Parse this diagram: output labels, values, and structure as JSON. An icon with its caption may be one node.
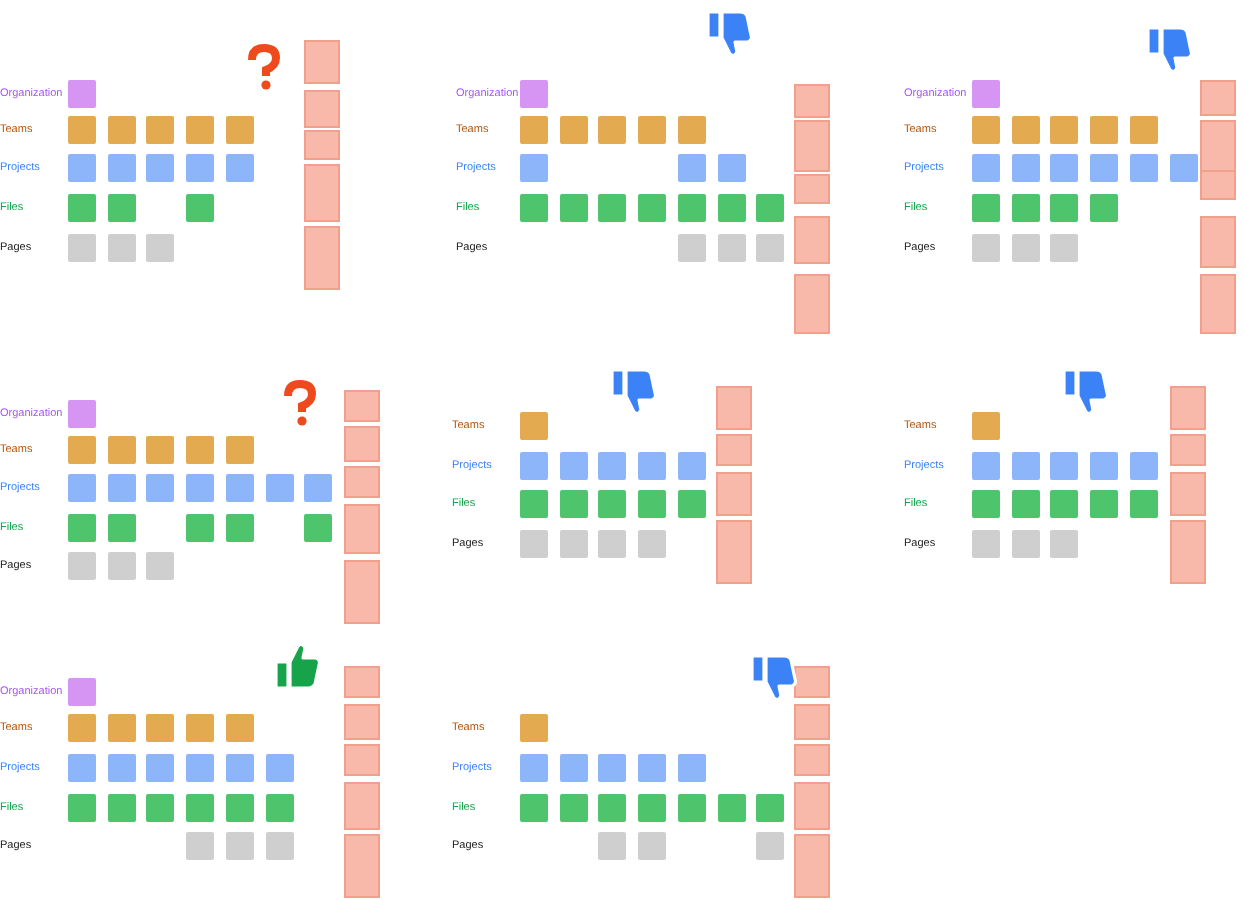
{
  "diagram": {
    "labels": [
      "Organization",
      "Teams",
      "Projects",
      "Files",
      "Pages",
      "Organization",
      "Teams",
      "Projects",
      "Files",
      "Pages",
      "Organization",
      "Teams",
      "Projects",
      "Files",
      "Pages",
      "Organization",
      "Teams",
      "Projects",
      "Files",
      "Pages",
      "Teams",
      "Projects",
      "Files",
      "Pages",
      "Teams",
      "Projects",
      "Files",
      "Pages",
      "Organization",
      "Teams",
      "Projects",
      "Files",
      "Pages",
      "Teams",
      "Projects",
      "Files",
      "Pages"
    ]
  }
}
